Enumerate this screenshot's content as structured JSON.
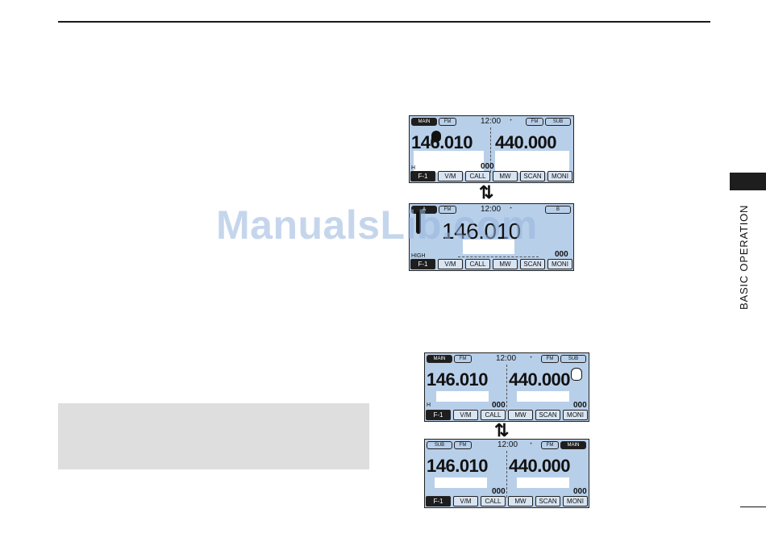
{
  "side_title": "BASIC OPERATION",
  "watermark": "ManualsLib.com",
  "fig1": {
    "top": {
      "chips": {
        "main": "MAIN",
        "fm_left": "FM",
        "fm_right": "FM",
        "sub": "SUB"
      },
      "time": "12:00",
      "freq_left": "146.010",
      "freq_right": "440.000",
      "h_label": "H",
      "mem": "000",
      "keys": [
        "F-1",
        "V/M",
        "CALL",
        "MW",
        "SCAN",
        "MONI"
      ]
    },
    "bottom": {
      "chips": {
        "left": "A",
        "fm": "FM",
        "right": "B"
      },
      "time": "12:00",
      "freq": "146.010",
      "power": "HIGH",
      "mem": "000",
      "keys": [
        "F-1",
        "V/M",
        "CALL",
        "MW",
        "SCAN",
        "MONI"
      ]
    }
  },
  "fig2": {
    "top": {
      "chips": {
        "main": "MAIN",
        "fm_left": "FM",
        "fm_right": "FM",
        "sub": "SUB"
      },
      "time": "12:00",
      "freq_left": "146.010",
      "freq_right": "440.000",
      "h_label": "H",
      "mem_left": "000",
      "mem_right": "000",
      "keys": [
        "F-1",
        "V/M",
        "CALL",
        "MW",
        "SCAN",
        "MONI"
      ]
    },
    "bottom": {
      "chips": {
        "sub": "SUB",
        "fm_left": "FM",
        "fm_right": "FM",
        "main": "MAIN"
      },
      "time": "12:00",
      "freq_left": "146.010",
      "freq_right": "440.000",
      "mem_left": "000",
      "mem_right": "000",
      "keys": [
        "F-1",
        "V/M",
        "CALL",
        "MW",
        "SCAN",
        "MONI"
      ]
    }
  },
  "arrows": "⇅"
}
